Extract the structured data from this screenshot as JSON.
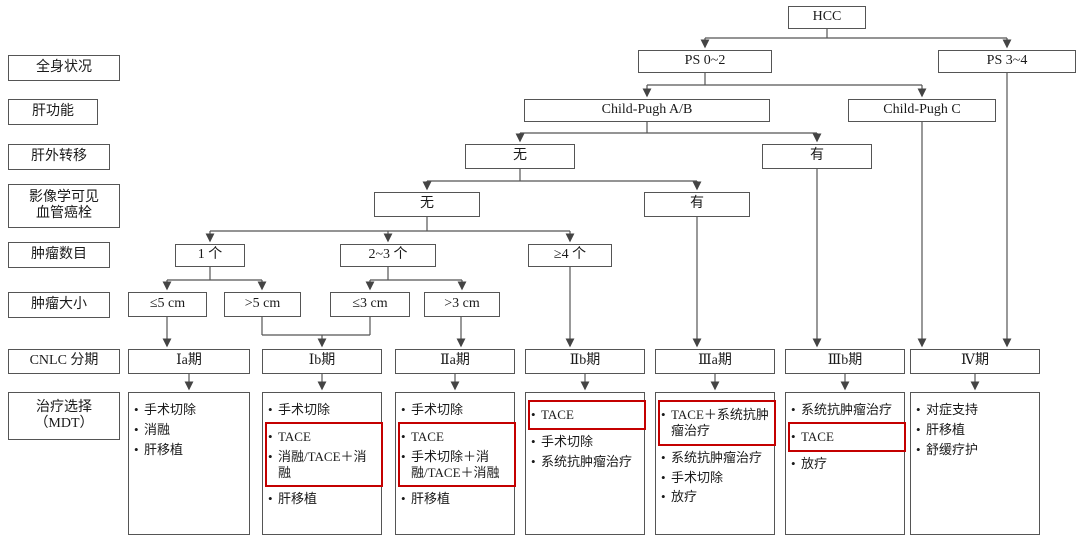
{
  "bullet_char": "•",
  "colors": {
    "box_border": "#555555",
    "highlight_border": "#c40000",
    "text": "#1a1a1a",
    "background": "#ffffff"
  },
  "row_labels": {
    "general_condition": "全身状况",
    "liver_function": "肝功能",
    "extrahepatic_metastasis": "肝外转移",
    "vascular_line1": "影像学可见",
    "vascular_line2": "血管癌栓",
    "tumor_number": "肿瘤数目",
    "tumor_size": "肿瘤大小",
    "cnlc_stage": "CNLC 分期",
    "treatment_line1": "治疗选择",
    "treatment_line2": "（MDT）"
  },
  "nodes": {
    "hcc": "HCC",
    "ps_0_2": "PS 0~2",
    "ps_3_4": "PS 3~4",
    "child_pugh_ab": "Child-Pugh A/B",
    "child_pugh_c": "Child-Pugh C",
    "metastasis_no": "无",
    "metastasis_yes": "有",
    "thrombus_no": "无",
    "thrombus_yes": "有",
    "number_1": "1 个",
    "number_2_3": "2~3 个",
    "number_ge4": "≥4 个",
    "size_le5": "≤5 cm",
    "size_gt5": ">5 cm",
    "size_le3": "≤3 cm",
    "size_gt3": ">3 cm"
  },
  "treatments": [
    {
      "stage": "Ⅰa期",
      "groups": [
        {
          "highlight": false,
          "items": [
            "手术切除",
            "消融",
            "肝移植"
          ]
        }
      ]
    },
    {
      "stage": "Ⅰb期",
      "groups": [
        {
          "highlight": false,
          "items": [
            "手术切除"
          ]
        },
        {
          "highlight": true,
          "items": [
            "TACE",
            "消融/TACE＋消融"
          ]
        },
        {
          "highlight": false,
          "items": [
            "肝移植"
          ]
        }
      ]
    },
    {
      "stage": "Ⅱa期",
      "groups": [
        {
          "highlight": false,
          "items": [
            "手术切除"
          ]
        },
        {
          "highlight": true,
          "items": [
            "TACE",
            "手术切除＋消融/TACE＋消融"
          ]
        },
        {
          "highlight": false,
          "items": [
            "肝移植"
          ]
        }
      ]
    },
    {
      "stage": "Ⅱb期",
      "groups": [
        {
          "highlight": true,
          "items": [
            "TACE"
          ]
        },
        {
          "highlight": false,
          "items": [
            "手术切除",
            "系统抗肿瘤治疗"
          ]
        }
      ]
    },
    {
      "stage": "Ⅲa期",
      "groups": [
        {
          "highlight": true,
          "items": [
            "TACE＋系统抗肿瘤治疗"
          ]
        },
        {
          "highlight": false,
          "items": [
            "系统抗肿瘤治疗",
            "手术切除",
            "放疗"
          ]
        }
      ]
    },
    {
      "stage": "Ⅲb期",
      "groups": [
        {
          "highlight": false,
          "items": [
            "系统抗肿瘤治疗"
          ]
        },
        {
          "highlight": true,
          "items": [
            "TACE"
          ]
        },
        {
          "highlight": false,
          "items": [
            "放疗"
          ]
        }
      ]
    },
    {
      "stage": "Ⅳ期",
      "groups": [
        {
          "highlight": false,
          "items": [
            "对症支持",
            "肝移植",
            "舒缓疗护"
          ]
        }
      ]
    }
  ]
}
